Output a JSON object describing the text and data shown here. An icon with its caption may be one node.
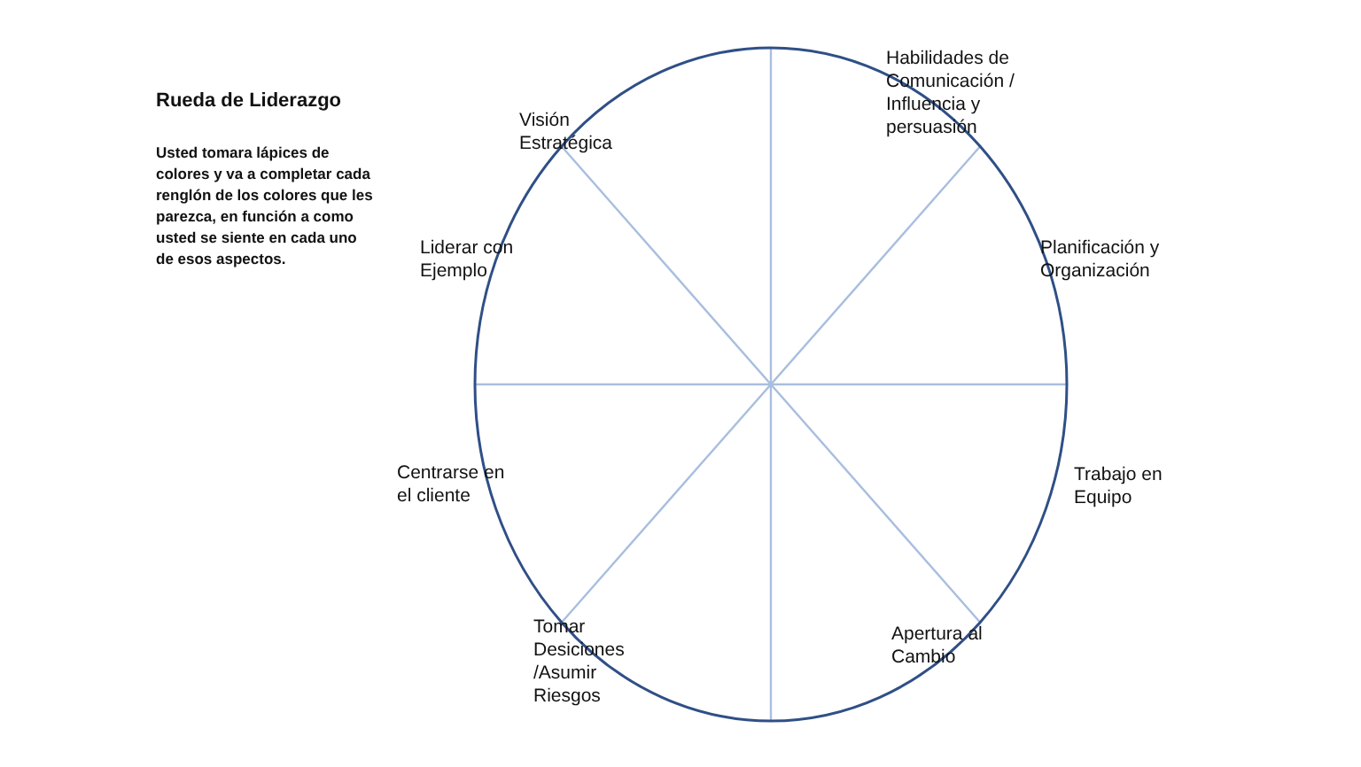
{
  "diagram": {
    "title": "Rueda de Liderazgo",
    "labels": [
      "Usted tomara lápices de colores y va a completar cada renglón de los colores que les parezca, en función a como usted se siente en cada uno de esos aspectos.",
      "Habilidades de Comunicación / Influencia y persuasión",
      "Visión Estratégica",
      "Liderar con Ejemplo",
      "Planificación y Organización",
      "Centrarse en el cliente",
      "Trabajo en Equipo",
      "Tomar Desiciones /Asumir Riesgos",
      "Apertura al Cambio"
    ]
  }
}
